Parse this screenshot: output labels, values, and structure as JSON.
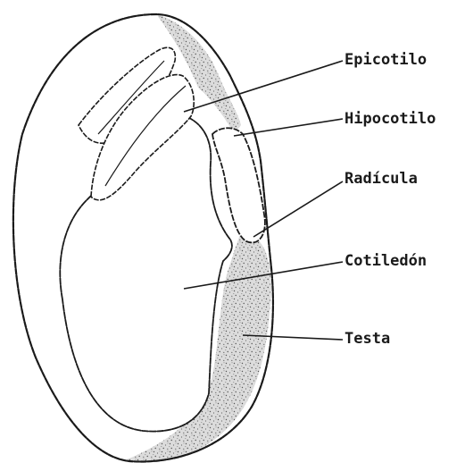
{
  "labels": {
    "epicotilo": "Epicotilo",
    "hipocotilo": "Hipocotilo",
    "radicula": "Radícula",
    "cotiledon": "Cotiledón",
    "testa": "Testa"
  },
  "colors": {
    "ink": "#1a1a1a",
    "stipple": "#6e6e6e",
    "paper": "#ffffff"
  }
}
